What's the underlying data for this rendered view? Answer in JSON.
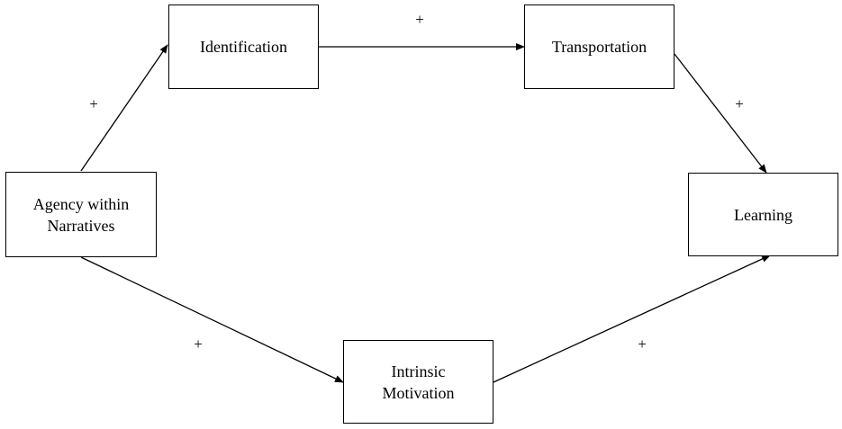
{
  "nodes": {
    "agency": {
      "lines": [
        "Agency within",
        "Narratives"
      ]
    },
    "identification": {
      "lines": [
        "Identification"
      ]
    },
    "transportation": {
      "lines": [
        "Transportation"
      ]
    },
    "learning": {
      "lines": [
        "Learning"
      ]
    },
    "motivation": {
      "lines": [
        "Intrinsic",
        "Motivation"
      ]
    }
  },
  "edges": [
    {
      "from": "agency",
      "to": "identification",
      "sign": "+"
    },
    {
      "from": "identification",
      "to": "transportation",
      "sign": "+"
    },
    {
      "from": "transportation",
      "to": "learning",
      "sign": "+"
    },
    {
      "from": "agency",
      "to": "motivation",
      "sign": "+"
    },
    {
      "from": "motivation",
      "to": "learning",
      "sign": "+"
    }
  ],
  "colors": {
    "stroke": "#000000",
    "background": "#ffffff"
  }
}
